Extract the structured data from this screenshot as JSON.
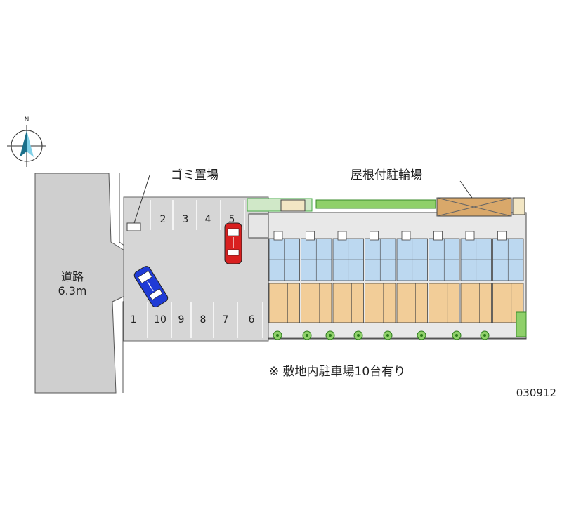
{
  "compass": {
    "north_label": "N"
  },
  "road": {
    "name": "道路",
    "width": "6.3m"
  },
  "labels": {
    "garbage": "ゴミ置場",
    "bike_parking": "屋根付駐輪場",
    "note": "※ 敷地内駐車場10台有り",
    "map_id": "030912"
  },
  "parking": {
    "top_row": [
      "2",
      "3",
      "4",
      "5"
    ],
    "bottom_row": [
      "1",
      "10",
      "9",
      "8",
      "7",
      "6"
    ],
    "total_spaces": 10
  },
  "cars": [
    {
      "color": "red",
      "space": "5"
    },
    {
      "color": "blue",
      "space": "10"
    }
  ],
  "colors": {
    "road": "#cfcfcf",
    "lot": "#d6d6d6",
    "building_blue": "#bcd8f0",
    "building_tan": "#f2cd98",
    "green": "#8fd06a",
    "car_red": "#d92020",
    "car_blue": "#1f3bd6"
  },
  "building": {
    "units": 8
  }
}
